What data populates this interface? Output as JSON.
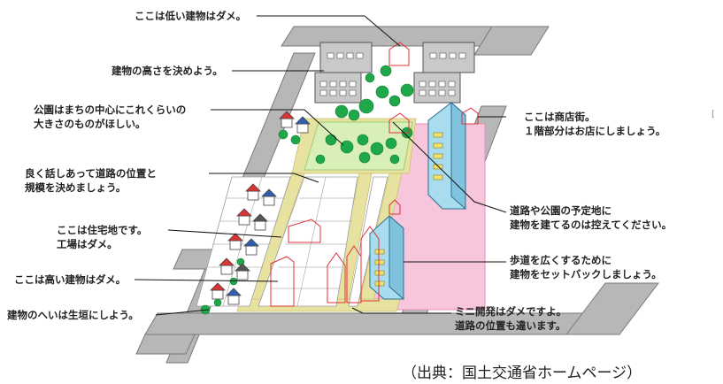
{
  "colors": {
    "road": "#b7b7b7",
    "road_edge": "#7a7a7a",
    "park": "#d8f0b8",
    "sidewalk": "#e8e2a0",
    "shop_zone": "#f7c6dc",
    "tree": "#1fa84a",
    "tower": "#a9dcef",
    "apartment": "#c9c9c9",
    "red_line": "#e0303a"
  },
  "callouts": {
    "low_building_ban": "ここは低い建物はダメ。",
    "building_height": "建物の高さを決めよう。",
    "park_center_1": "公園はまちの中心にこれくらいの",
    "park_center_2": "大きさのものがほしい。",
    "road_discuss_1": "良く話しあって道路の位置と",
    "road_discuss_2": "規模を決めましょう。",
    "residential_1": "ここは住宅地です。",
    "residential_2": "工場はダメ。",
    "tall_building_ban": "ここは高い建物はダメ。",
    "hedge_fence": "建物のへいは生垣にしよう。",
    "shopping_street_1": "ここは商店街。",
    "shopping_street_2": "１階部分はお店にしましょう。",
    "planned_site_1": "道路や公園の予定地に",
    "planned_site_2": "建物を建てるのは控えてください。",
    "setback_1": "歩道を広くするために",
    "setback_2": "建物をセットバックしましょう。",
    "mini_dev_1": "ミニ開発はダメですよ。",
    "mini_dev_2": "道路の位置も違います。"
  },
  "source": "（出典：国土交通省ホームページ）"
}
